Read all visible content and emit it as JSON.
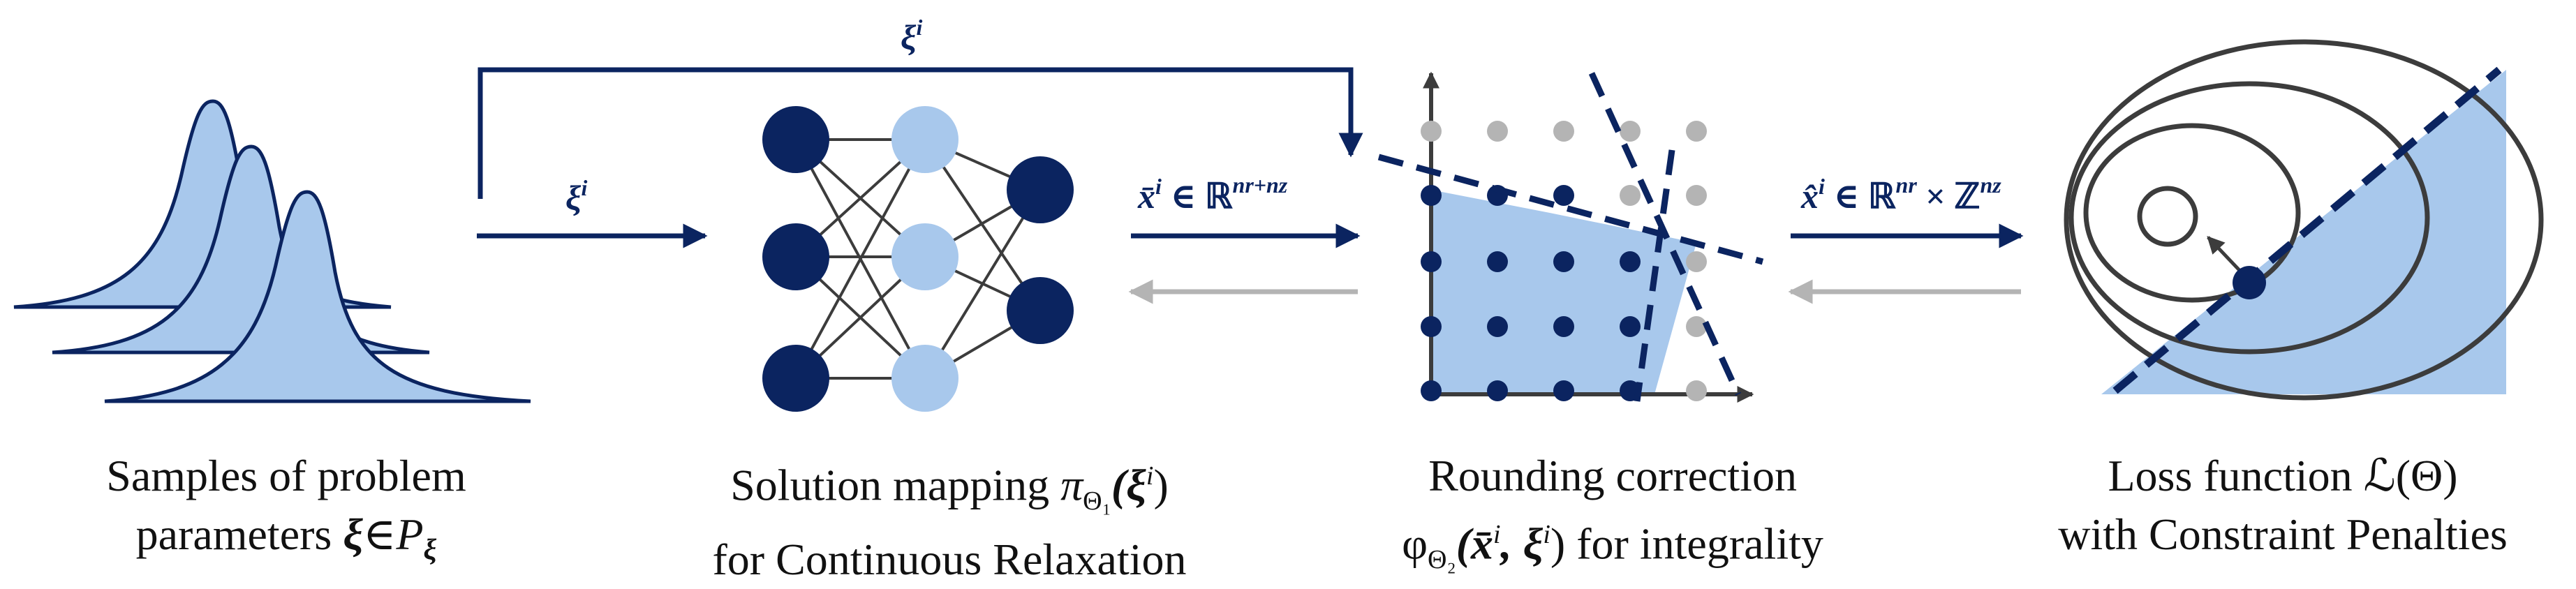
{
  "colors": {
    "navy": "#0b2460",
    "light_blue": "#a8c8ec",
    "gray": "#b4b4b4",
    "dark_gray": "#3c3c3c"
  },
  "arrow_labels": {
    "xi_top": "ξ",
    "xi_top_sup": "i",
    "xi_input": "ξ",
    "xi_input_sup": "i",
    "relaxed_x": "x̄",
    "relaxed_sup": "i",
    "relaxed_space": " ∈ ℝ",
    "relaxed_exp": "nr+nz",
    "rounded_x": "x̂",
    "rounded_sup": "i",
    "rounded_space": " ∈ ℝ",
    "rounded_exp_r": "nr",
    "rounded_times": " × ℤ",
    "rounded_exp_z": "nz"
  },
  "captions": {
    "samples": {
      "line1": "Samples of problem",
      "line2_prefix": "parameters ",
      "line2_xi": "ξ",
      "line2_in": "∈",
      "line2_P": "P",
      "line2_sub": "ξ"
    },
    "solution_mapping": {
      "line1_prefix": "Solution mapping ",
      "line1_pi": "π",
      "line1_sub": "Θ₁",
      "line1_arg": "(ξ",
      "line1_arg_sup": "i",
      "line1_close": ")",
      "line2": "for Continuous Relaxation"
    },
    "rounding": {
      "line1": "Rounding correction",
      "line2_phi": "φ",
      "line2_sub": "Θ₂",
      "line2_args": "(x̄",
      "line2_sup1": "i",
      "line2_comma": ", ξ",
      "line2_sup2": "i",
      "line2_close": ")",
      "line2_suffix": " for integrality"
    },
    "loss": {
      "line1_prefix": "Loss function ",
      "line1_L": "ℒ",
      "line1_arg": "(Θ)",
      "line2": "with Constraint Penalties"
    }
  }
}
